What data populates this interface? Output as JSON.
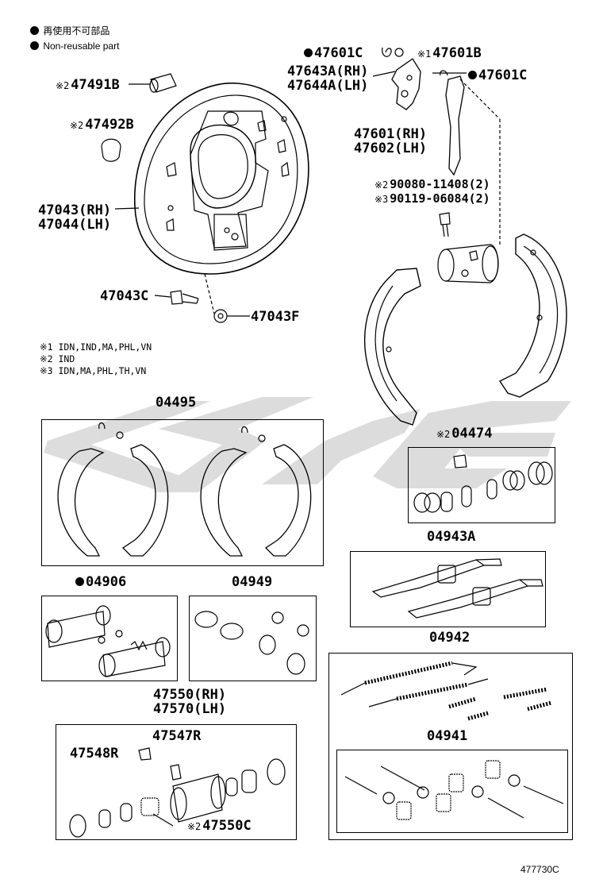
{
  "legend": {
    "non_reusable_jp": "再使用不可部品",
    "non_reusable_en": "Non-reusable part"
  },
  "notes": {
    "n1": "※1 IDN,IND,MA,PHL,VN",
    "n2": "※2 IND",
    "n3": "※3 IDN,MA,PHL,TH,VN"
  },
  "parts": {
    "p47601C_a": "47601C",
    "p47601B_prefix": "※1",
    "p47601B": "47601B",
    "p47643A": "47643A(RH)",
    "p47644A": "47644A(LH)",
    "p47601C_b": "47601C",
    "p47491B_prefix": "※2",
    "p47491B": "47491B",
    "p47492B_prefix": "※2",
    "p47492B": "47492B",
    "p47601": "47601(RH)",
    "p47602": "47602(LH)",
    "p90080_prefix": "※2",
    "p90080": "90080-11408(2)",
    "p90119_prefix": "※3",
    "p90119": "90119-06084(2)",
    "p47043": "47043(RH)",
    "p47044": "47044(LH)",
    "p47043C": "47043C",
    "p47043F": "47043F",
    "p04495": "04495",
    "p04474_prefix": "※2",
    "p04474": "04474",
    "p04943A": "04943A",
    "p04906": "04906",
    "p04949": "04949",
    "p04942": "04942",
    "p47550": "47550(RH)",
    "p47570": "47570(LH)",
    "p47547R": "47547R",
    "p47548R": "47548R",
    "p04941": "04941",
    "p47550C_prefix": "※2",
    "p47550C": "47550C"
  },
  "figure_id": "477730C",
  "colors": {
    "line": "#000000",
    "watermark": "#d9d9d9"
  }
}
